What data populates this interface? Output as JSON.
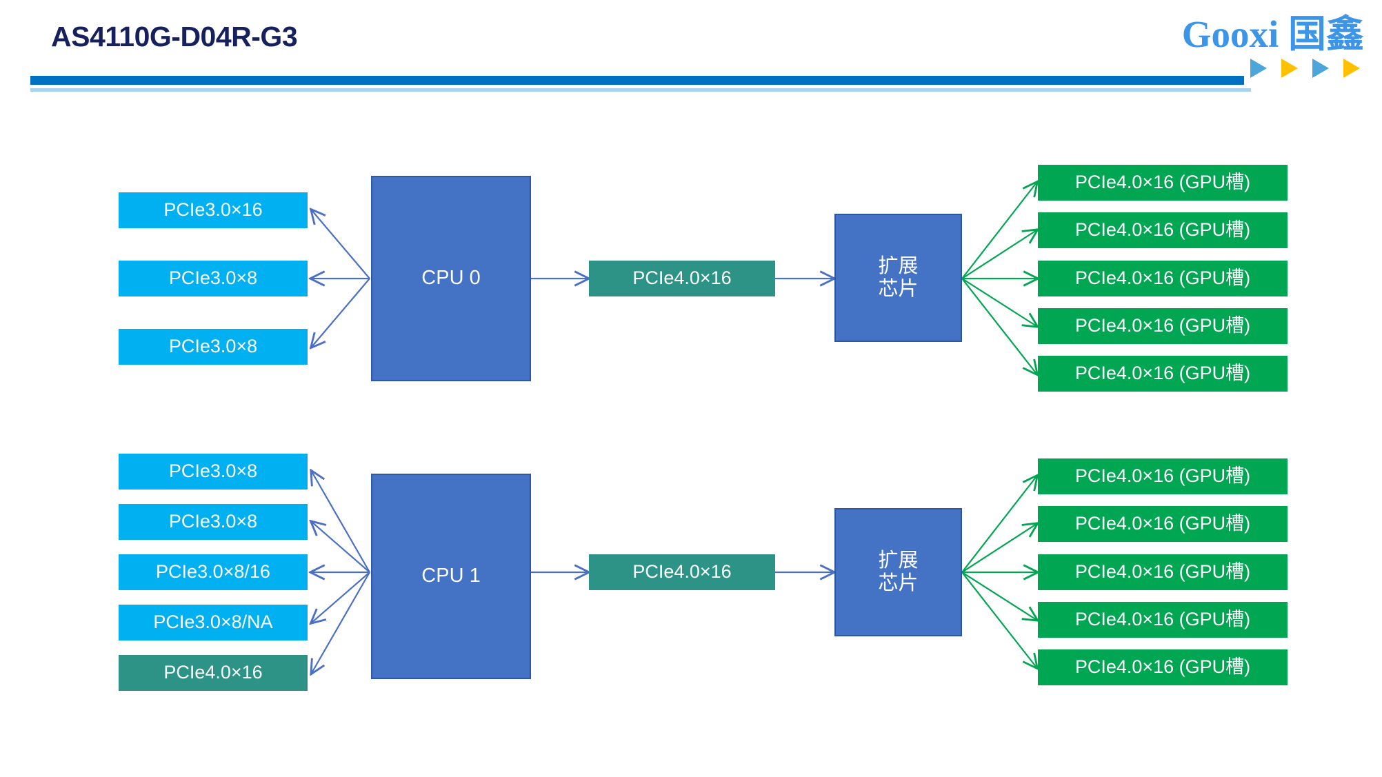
{
  "header": {
    "title": "AS4110G-D04R-G3",
    "logo_text": "Gooxi 国鑫",
    "accent_bar_color": "#0070C0",
    "title_color": "#16205C",
    "triangles": [
      {
        "name": "triangle-1",
        "color": "#4DA6D9"
      },
      {
        "name": "triangle-2",
        "color": "#FFC000"
      },
      {
        "name": "triangle-3",
        "color": "#4DA6D9"
      },
      {
        "name": "triangle-4",
        "color": "#FFC000"
      }
    ]
  },
  "colors": {
    "pcie_gen3_box": "#00B0F0",
    "pcie_gen4_box": "#2D9387",
    "gpu_slot_box": "#00A651",
    "cpu_box": "#4472C4",
    "switch_box": "#4472C4",
    "blue_arrow": "#4A6FC4",
    "green_arrow": "#00A651"
  },
  "diagram": {
    "groups": [
      {
        "id": "cpu0-group",
        "cpu_label": "CPU 0",
        "left_slots": [
          {
            "label": "PCIe3.0×16",
            "style": "cyan"
          },
          {
            "label": "PCIe3.0×8",
            "style": "cyan"
          },
          {
            "label": "PCIe3.0×8",
            "style": "cyan"
          }
        ],
        "uplink_label": "PCIe4.0×16",
        "switch_label_line1": "扩展",
        "switch_label_line2": "芯片",
        "gpu_slots": [
          {
            "label": "PCIe4.0×16 (GPU槽)"
          },
          {
            "label": "PCIe4.0×16 (GPU槽)"
          },
          {
            "label": "PCIe4.0×16 (GPU槽)"
          },
          {
            "label": "PCIe4.0×16 (GPU槽)"
          },
          {
            "label": "PCIe4.0×16 (GPU槽)"
          }
        ]
      },
      {
        "id": "cpu1-group",
        "cpu_label": "CPU 1",
        "left_slots": [
          {
            "label": "PCIe3.0×8",
            "style": "cyan"
          },
          {
            "label": "PCIe3.0×8",
            "style": "cyan"
          },
          {
            "label": "PCIe3.0×8/16",
            "style": "cyan"
          },
          {
            "label": "PCIe3.0×8/NA",
            "style": "cyan"
          },
          {
            "label": "PCIe4.0×16",
            "style": "teal"
          }
        ],
        "uplink_label": "PCIe4.0×16",
        "switch_label_line1": "扩展",
        "switch_label_line2": "芯片",
        "gpu_slots": [
          {
            "label": "PCIe4.0×16 (GPU槽)"
          },
          {
            "label": "PCIe4.0×16 (GPU槽)"
          },
          {
            "label": "PCIe4.0×16 (GPU槽)"
          },
          {
            "label": "PCIe4.0×16 (GPU槽)"
          },
          {
            "label": "PCIe4.0×16 (GPU槽)"
          }
        ]
      }
    ]
  }
}
